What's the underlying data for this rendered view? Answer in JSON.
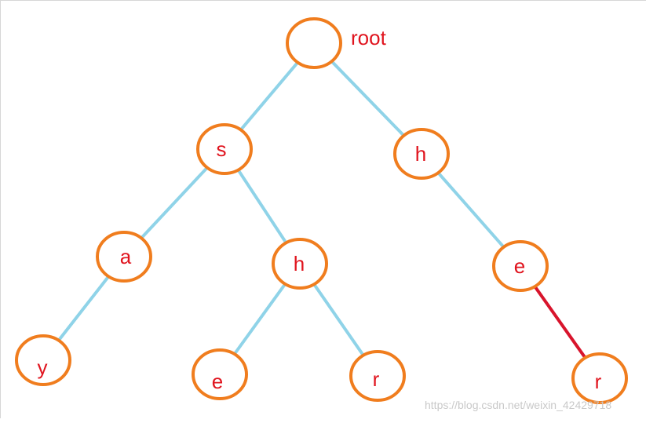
{
  "tree": {
    "root_label": "root",
    "nodes": [
      {
        "id": "root",
        "label": ""
      },
      {
        "id": "s",
        "label": "s"
      },
      {
        "id": "h1",
        "label": "h"
      },
      {
        "id": "a",
        "label": "a"
      },
      {
        "id": "h2",
        "label": "h"
      },
      {
        "id": "e1",
        "label": "e"
      },
      {
        "id": "y",
        "label": "y"
      },
      {
        "id": "e2",
        "label": "e"
      },
      {
        "id": "r1",
        "label": "r"
      },
      {
        "id": "r2",
        "label": "r"
      }
    ],
    "edges": [
      {
        "from": "root",
        "to": "s",
        "color": "#8fd3e8"
      },
      {
        "from": "root",
        "to": "h1",
        "color": "#8fd3e8"
      },
      {
        "from": "s",
        "to": "a",
        "color": "#8fd3e8"
      },
      {
        "from": "s",
        "to": "h2",
        "color": "#8fd3e8"
      },
      {
        "from": "h1",
        "to": "e1",
        "color": "#8fd3e8"
      },
      {
        "from": "a",
        "to": "y",
        "color": "#8fd3e8"
      },
      {
        "from": "h2",
        "to": "e2",
        "color": "#8fd3e8"
      },
      {
        "from": "h2",
        "to": "r1",
        "color": "#8fd3e8"
      },
      {
        "from": "e1",
        "to": "r2",
        "color": "#d8142c"
      }
    ]
  },
  "colors": {
    "node_stroke": "#f07d1e",
    "label": "#e0141e",
    "edge_default": "#8fd3e8",
    "edge_highlight": "#d8142c"
  },
  "watermark": "https://blog.csdn.net/weixin_42429718"
}
